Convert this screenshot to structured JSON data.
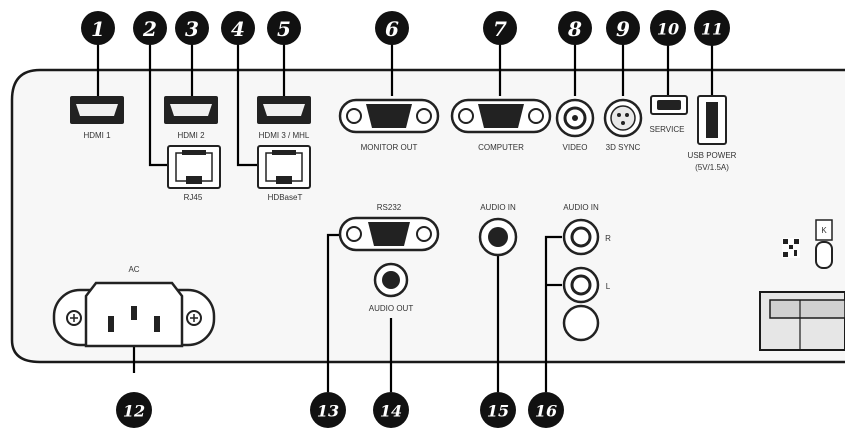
{
  "callouts": [
    "1",
    "2",
    "3",
    "4",
    "5",
    "6",
    "7",
    "8",
    "9",
    "10",
    "11",
    "12",
    "13",
    "14",
    "15",
    "16"
  ],
  "labels": {
    "hdmi1": "HDMI 1",
    "hdmi2": "HDMI 2",
    "hdmi3": "HDMI 3 / MHL",
    "monitor_out": "MONITOR OUT",
    "computer": "COMPUTER",
    "video": "VIDEO",
    "sync3d": "3D SYNC",
    "service": "SERVICE",
    "usb_power": "USB POWER",
    "usb_rating": "(5V/1.5A)",
    "rj45": "RJ45",
    "hdbaset": "HDBaseT",
    "rs232": "RS232",
    "audio_in_mono": "AUDIO IN",
    "audio_in_stereo": "AUDIO IN",
    "r": "R",
    "l": "L",
    "audio_out": "AUDIO OUT",
    "ac": "AC",
    "lock": "K"
  }
}
